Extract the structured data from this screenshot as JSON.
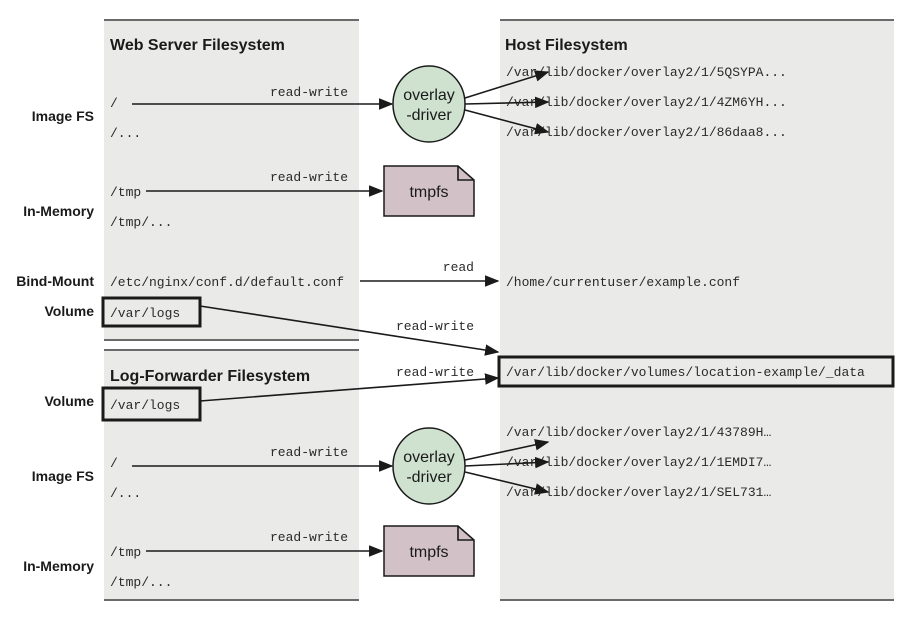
{
  "panels": {
    "web_server_title": "Web Server Filesystem",
    "log_forwarder_title": "Log-Forwarder Filesystem",
    "host_title": "Host Filesystem"
  },
  "row_labels": {
    "image_fs_1": "Image FS",
    "in_memory_1": "In-Memory",
    "bind_mount": "Bind-Mount",
    "volume_1": "Volume",
    "volume_2": "Volume",
    "image_fs_2": "Image FS",
    "in_memory_2": "In-Memory"
  },
  "web_server_paths": {
    "root": "/",
    "root_more": "/...",
    "tmp": "/tmp",
    "tmp_more": "/tmp/...",
    "nginx_conf": "/etc/nginx/conf.d/default.conf",
    "logs": "/var/logs"
  },
  "log_forwarder_paths": {
    "logs": "/var/logs",
    "root": "/",
    "root_more": "/...",
    "tmp": "/tmp",
    "tmp_more": "/tmp/..."
  },
  "host_paths": {
    "overlay_a1": "/var/lib/docker/overlay2/1/5QSYPA...",
    "overlay_a2": "/var/lib/docker/overlay2/1/4ZM6YH...",
    "overlay_a3": "/var/lib/docker/overlay2/1/86daa8...",
    "example_conf": "/home/currentuser/example.conf",
    "volume_data": "/var/lib/docker/volumes/location-example/_data",
    "overlay_b1": "/var/lib/docker/overlay2/1/43789H…",
    "overlay_b2": "/var/lib/docker/overlay2/1/1EMDI7…",
    "overlay_b3": "/var/lib/docker/overlay2/1/SEL731…"
  },
  "nodes": {
    "overlay_driver_line1": "overlay",
    "overlay_driver_line2": "-driver",
    "tmpfs": "tmpfs"
  },
  "edges": {
    "image_fs_1": "read-write",
    "in_memory_1": "read-write",
    "bind_mount": "read",
    "volume_1": "read-write",
    "volume_2": "read-write",
    "image_fs_2": "read-write",
    "in_memory_2": "read-write"
  }
}
